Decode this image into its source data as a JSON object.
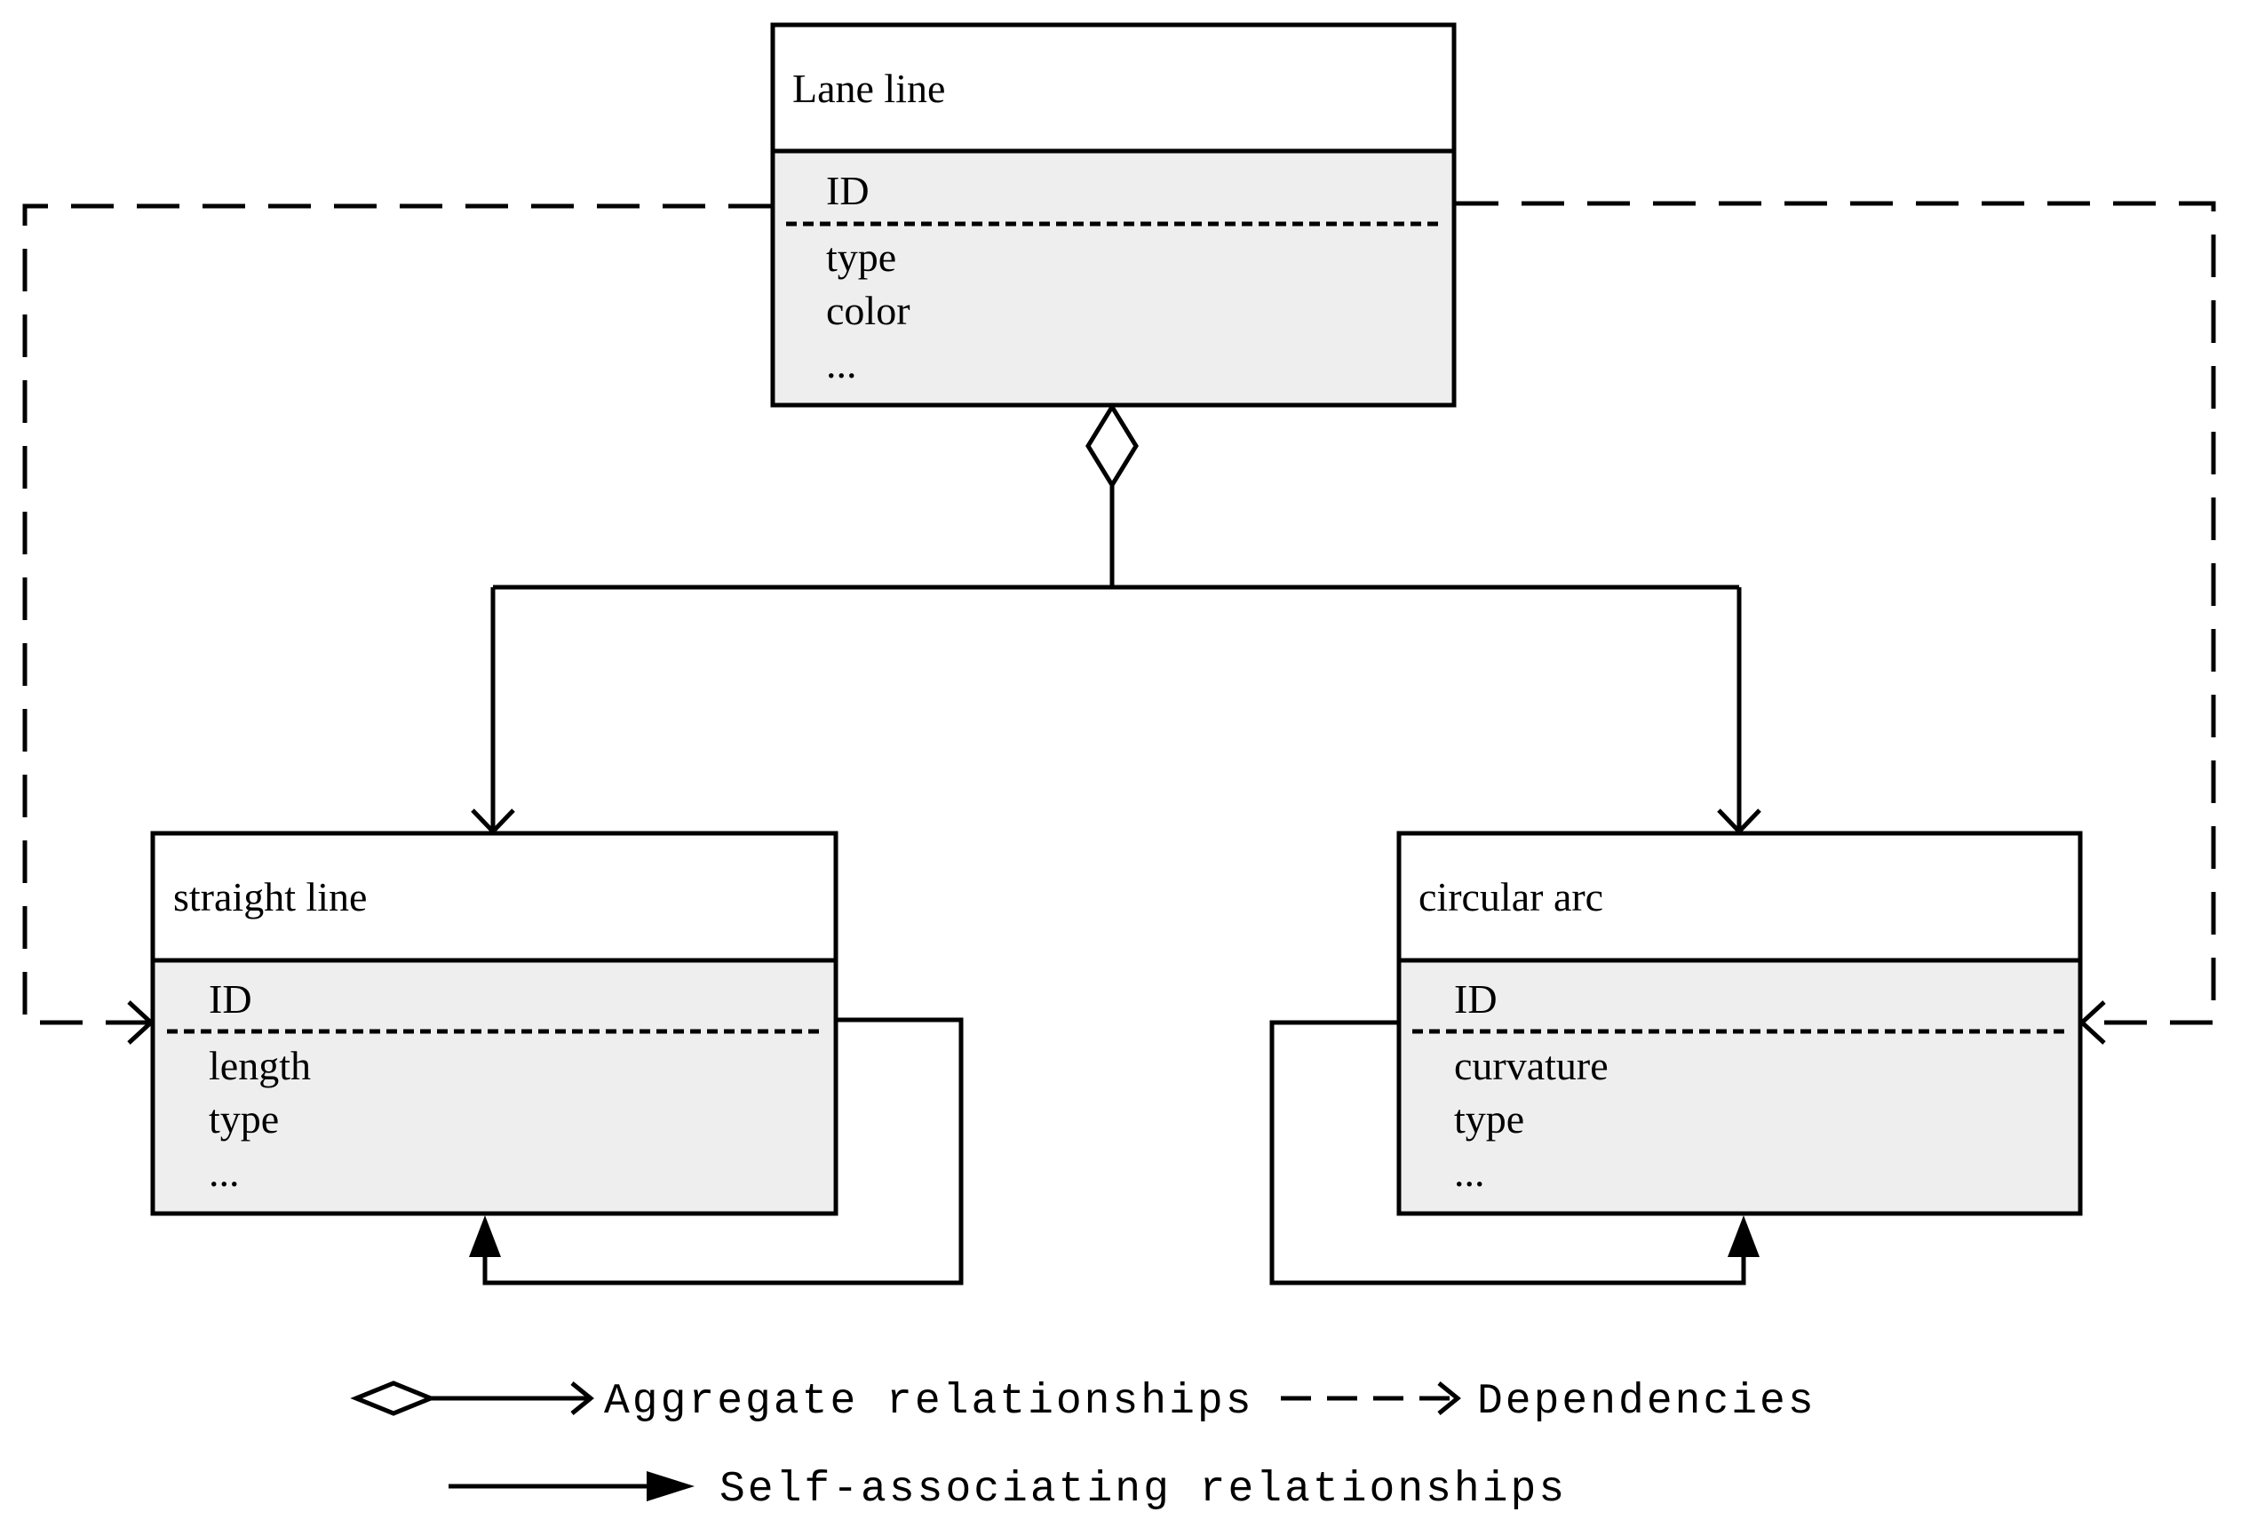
{
  "classes": {
    "lane_line": {
      "name": "Lane line",
      "attributes": [
        "ID",
        "type",
        "color",
        "..."
      ]
    },
    "straight_line": {
      "name": "straight line",
      "attributes": [
        "ID",
        "length",
        "type",
        "..."
      ]
    },
    "circular_arc": {
      "name": "circular arc",
      "attributes": [
        "ID",
        "curvature",
        "type",
        "..."
      ]
    }
  },
  "legend": {
    "aggregate": "Aggregate relationships",
    "dependencies": "Dependencies",
    "self_association": "Self-associating relationships"
  },
  "colors": {
    "line": "#000000",
    "box_header": "#ffffff",
    "box_body": "#eeeeee"
  }
}
